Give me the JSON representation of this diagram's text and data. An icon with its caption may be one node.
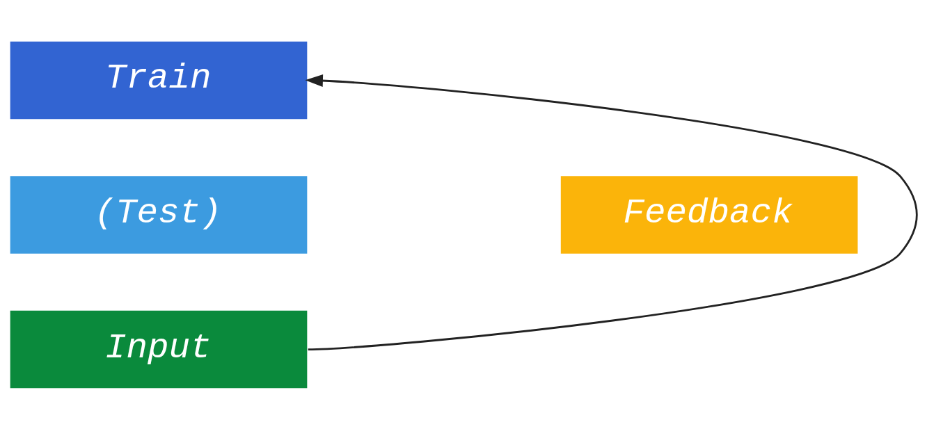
{
  "diagram": {
    "nodes": [
      {
        "text": [
          "Train"
        ]
      },
      {
        "text": [
          "(Test)"
        ]
      },
      {
        "text": [
          "Input"
        ]
      },
      {
        "text": [
          "Feedback"
        ]
      }
    ],
    "edges": [
      {
        "from": 2,
        "to": 0,
        "arrow": "to"
      }
    ]
  }
}
